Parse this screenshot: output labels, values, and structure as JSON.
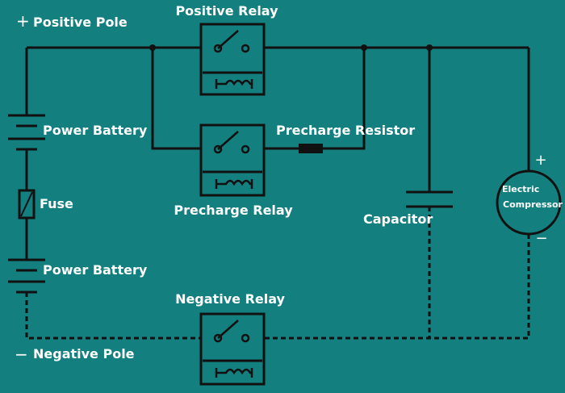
{
  "colors": {
    "background": "#137f7f",
    "wire": "#111111",
    "label": "#ffffff",
    "component_fill": "#137f7f"
  },
  "labels": {
    "positive_pole_sign": "+",
    "positive_pole": "Positive Pole",
    "negative_pole_sign": "−",
    "negative_pole": "Negative Pole",
    "positive_relay": "Positive Relay",
    "precharge_relay": "Precharge Relay",
    "precharge_resistor": "Precharge Resistor",
    "negative_relay": "Negative Relay",
    "power_battery_top": "Power Battery",
    "power_battery_bottom": "Power Battery",
    "fuse": "Fuse",
    "capacitor": "Capacitor",
    "compressor_line1": "Electric",
    "compressor_line2": "Compressor",
    "compressor_plus": "+",
    "compressor_minus": "−"
  },
  "icons": {
    "relay": "relay-icon",
    "battery": "battery-icon",
    "fuse": "fuse-icon",
    "resistor": "resistor-icon",
    "capacitor": "capacitor-icon",
    "motor": "compressor-icon"
  }
}
